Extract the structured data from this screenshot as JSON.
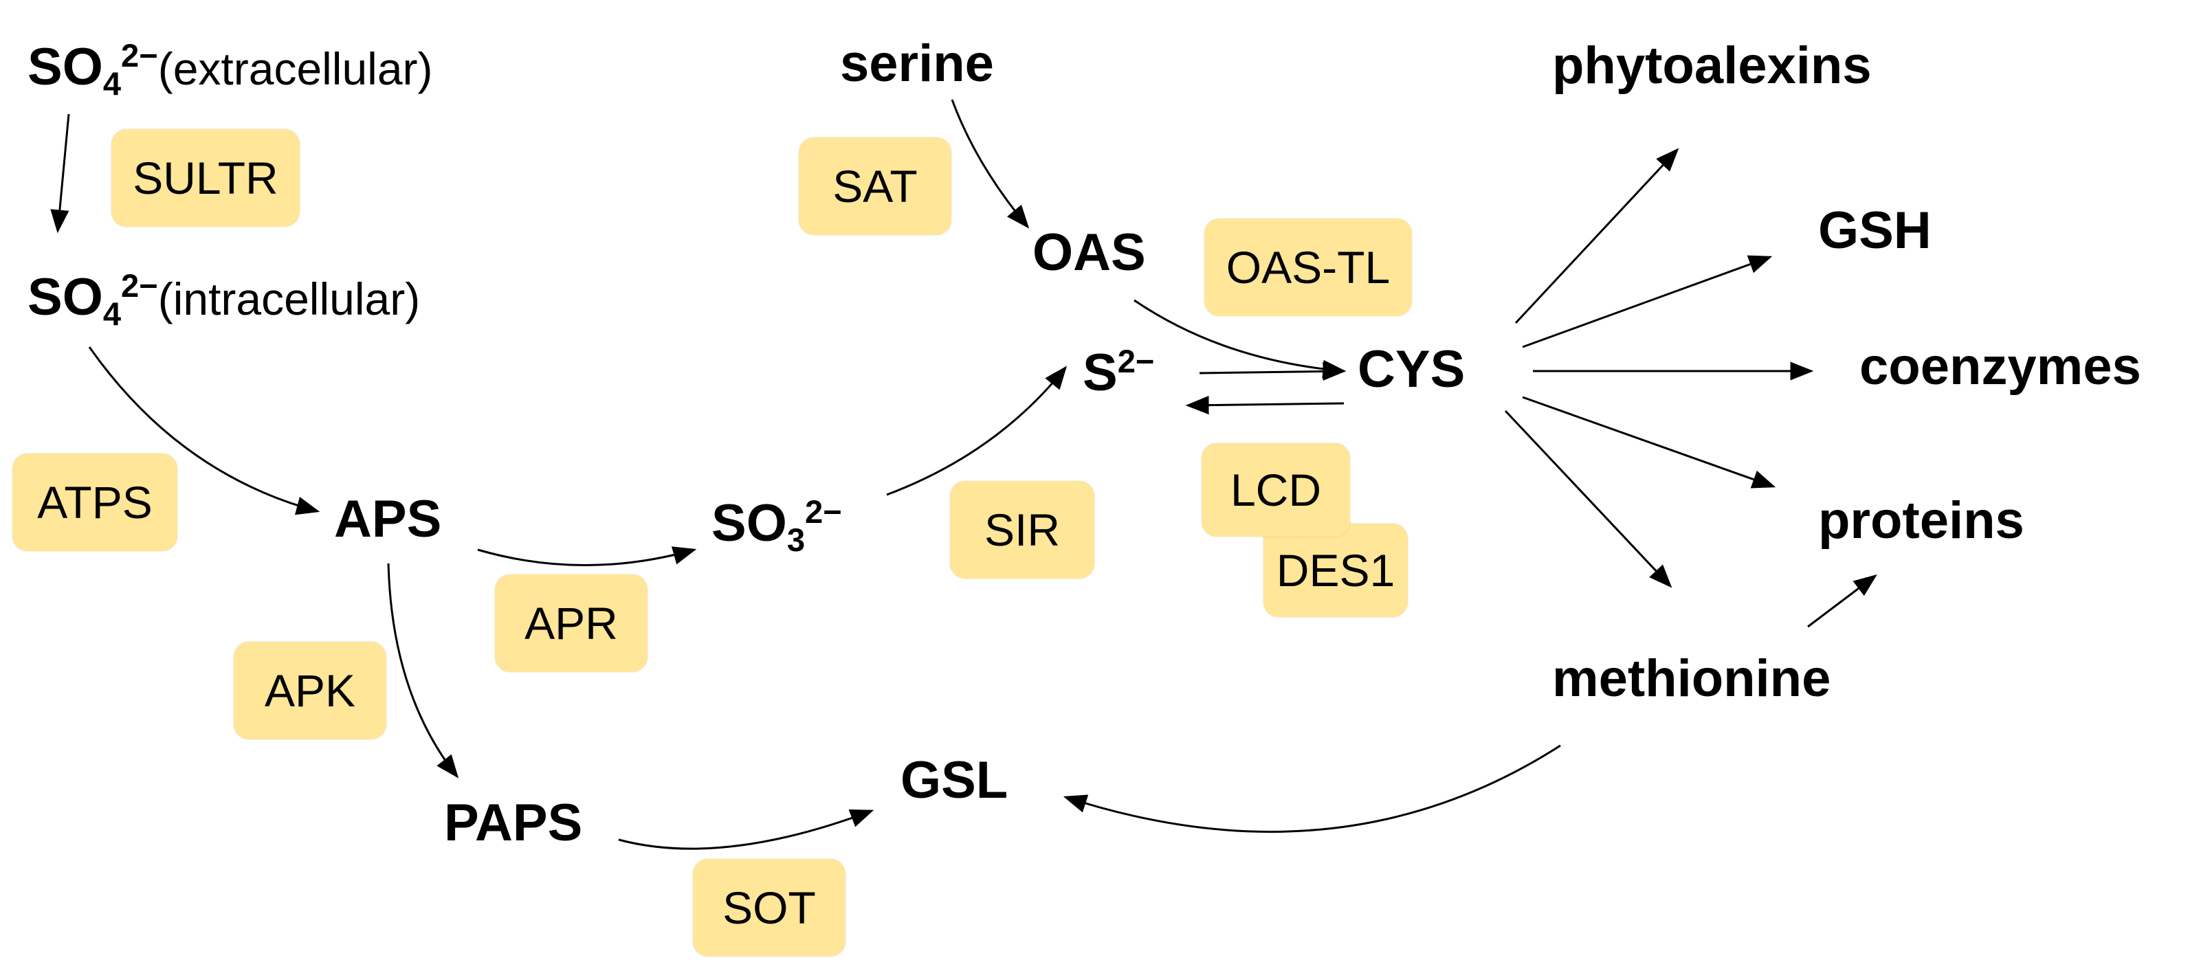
{
  "colors": {
    "enzyme_fill": "#ffe699",
    "arrow": "#000000",
    "background": "#ffffff"
  },
  "metabolites": {
    "so4_ext": {
      "base": "SO",
      "sub": "4",
      "sup": "2−",
      "note": "(extracellular)"
    },
    "so4_int": {
      "base": "SO",
      "sub": "4",
      "sup": "2−",
      "note": "(intracellular)"
    },
    "aps": "APS",
    "paps": "PAPS",
    "so3": {
      "base": "SO",
      "sub": "3",
      "sup": "2−"
    },
    "s2": {
      "base": "S",
      "sup": "2−"
    },
    "serine": "serine",
    "oas": "OAS",
    "cys": "CYS",
    "gsl": "GSL",
    "phytoalexins": "phytoalexins",
    "gsh": "GSH",
    "coenzymes": "coenzymes",
    "proteins": "proteins",
    "methionine": "methionine"
  },
  "enzymes": {
    "sultr": "SULTR",
    "atps": "ATPS",
    "apr": "APR",
    "apk": "APK",
    "sot": "SOT",
    "sir": "SIR",
    "sat": "SAT",
    "oas_tl": "OAS-TL",
    "lcd": "LCD",
    "des1": "DES1"
  },
  "edges": [
    {
      "from": "so4_ext",
      "to": "so4_int",
      "enzyme": "sultr"
    },
    {
      "from": "so4_int",
      "to": "aps",
      "enzyme": "atps"
    },
    {
      "from": "aps",
      "to": "so3",
      "enzyme": "apr"
    },
    {
      "from": "aps",
      "to": "paps",
      "enzyme": "apk"
    },
    {
      "from": "paps",
      "to": "gsl",
      "enzyme": "sot"
    },
    {
      "from": "so3",
      "to": "s2",
      "enzyme": "sir"
    },
    {
      "from": "serine",
      "to": "oas",
      "enzyme": "sat"
    },
    {
      "from": "oas",
      "to": "cys",
      "enzyme": "oas_tl"
    },
    {
      "from": "s2",
      "to": "cys",
      "enzyme": "oas_tl"
    },
    {
      "from": "cys",
      "to": "s2",
      "enzyme": "lcd"
    },
    {
      "from": "cys",
      "to": "phytoalexins"
    },
    {
      "from": "cys",
      "to": "gsh"
    },
    {
      "from": "cys",
      "to": "coenzymes"
    },
    {
      "from": "cys",
      "to": "proteins"
    },
    {
      "from": "cys",
      "to": "methionine"
    },
    {
      "from": "methionine",
      "to": "proteins"
    },
    {
      "from": "methionine",
      "to": "gsl"
    }
  ]
}
